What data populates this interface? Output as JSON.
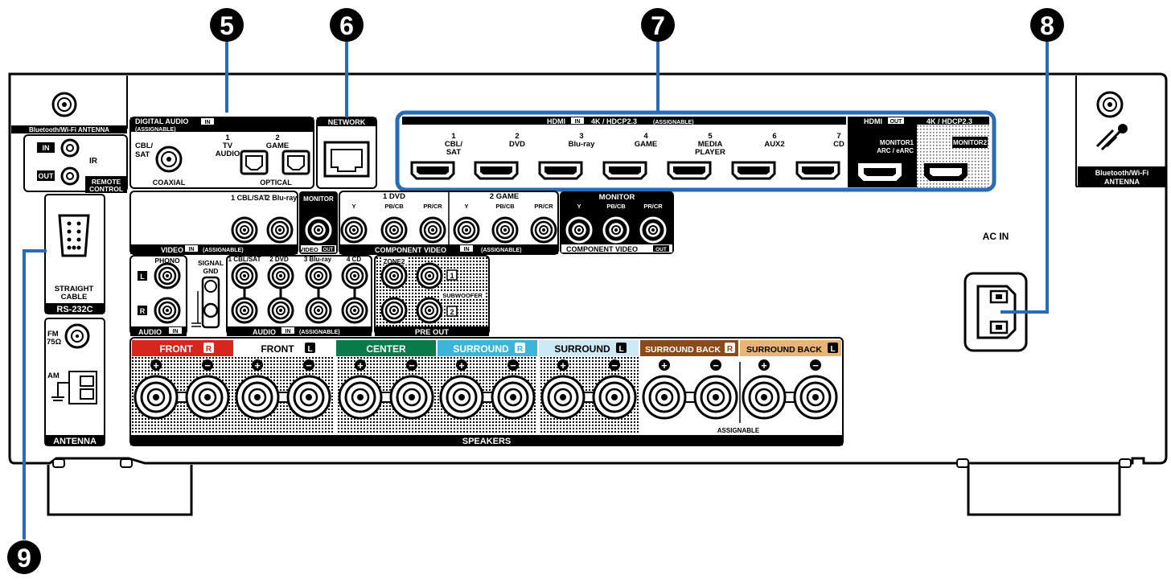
{
  "callouts": [
    "5",
    "6",
    "7",
    "8",
    "9"
  ],
  "bt_left_label": "Bluetooth/Wi-Fi ANTENNA",
  "bt_right_label": [
    "Bluetooth/Wi-Fi",
    "ANTENNA"
  ],
  "remote": {
    "in": "IN",
    "out": "OUT",
    "ir": "IR",
    "title": [
      "REMOTE",
      "CONTROL"
    ]
  },
  "rs232": {
    "cable": [
      "STRAIGHT",
      "CABLE"
    ],
    "title": "RS-232C"
  },
  "antenna": {
    "fm": [
      "FM",
      "75Ω"
    ],
    "am": "AM",
    "title": "ANTENNA"
  },
  "digital_audio": {
    "title": "DIGITAL AUDIO",
    "in_badge": "IN",
    "sub": "(ASSIGNABLE)",
    "coax_label": [
      "CBL/",
      "SAT"
    ],
    "coax_title": "COAXIAL",
    "opt1": [
      "1",
      "TV",
      "AUDIO"
    ],
    "opt2": [
      "2",
      "GAME"
    ],
    "opt_title": "OPTICAL"
  },
  "network": {
    "title": "NETWORK"
  },
  "hdmi": {
    "in_title": "HDMI",
    "in_badge": "IN",
    "in_spec": "4K / HDCP2.3",
    "in_sub": "(ASSIGNABLE)",
    "inputs": [
      [
        "1",
        "CBL/",
        "SAT"
      ],
      [
        "2",
        "DVD"
      ],
      [
        "3",
        "Blu-ray"
      ],
      [
        "4",
        "GAME"
      ],
      [
        "5",
        "MEDIA",
        "PLAYER"
      ],
      [
        "6",
        "AUX2"
      ],
      [
        "7",
        "CD"
      ]
    ],
    "out_title": "HDMI",
    "out_badge": "OUT",
    "out_spec": "4K / HDCP2.3",
    "mon1": [
      "MONITOR1",
      "ARC / eARC"
    ],
    "mon2": "MONITOR2"
  },
  "video": {
    "jacks": [
      "1 CBL/SAT",
      "2 Blu-ray"
    ],
    "title": "VIDEO",
    "in_badge": "IN",
    "sub": "(ASSIGNABLE)",
    "monitor": "MONITOR",
    "out_title": "VIDEO",
    "out_badge": "OUT"
  },
  "component_in": {
    "group1": "1 DVD",
    "group2": "2 GAME",
    "jacks": [
      "Y",
      "PB/CB",
      "PR/CR"
    ],
    "title": "COMPONENT VIDEO",
    "in_badge": "IN",
    "sub": "(ASSIGNABLE)"
  },
  "component_out": {
    "monitor": "MONITOR",
    "jacks": [
      "Y",
      "PB/CB",
      "PR/CR"
    ],
    "title": "COMPONENT VIDEO",
    "out_badge": "OUT"
  },
  "phono": {
    "title": "PHONO",
    "l": "L",
    "r": "R",
    "signal_gnd": [
      "SIGNAL",
      "GND"
    ],
    "audio_title": "AUDIO",
    "in_badge": "IN"
  },
  "audio_in": {
    "jacks": [
      "1 CBL/SAT",
      "2 DVD",
      "3 Blu-ray",
      "4 CD"
    ],
    "title": "AUDIO",
    "in_badge": "IN",
    "sub": "(ASSIGNABLE)"
  },
  "pre_out": {
    "zone2": "ZONE2",
    "sw1": "1",
    "sw2": "2",
    "subwoofer": "SUBWOOFER",
    "title": "PRE OUT"
  },
  "ac_in": "AC IN",
  "speakers": {
    "channels": [
      {
        "name": "FRONT",
        "side": "R",
        "color": "#d7261e"
      },
      {
        "name": "FRONT",
        "side": "L",
        "color": "#ffffff"
      },
      {
        "name": "CENTER",
        "side": "",
        "color": "#0b7a4b"
      },
      {
        "name": "SURROUND",
        "side": "R",
        "color": "#3bb6d9"
      },
      {
        "name": "SURROUND",
        "side": "L",
        "color": "#cde9f5"
      },
      {
        "name": "SURROUND BACK",
        "side": "R",
        "color": "#8b4a1a"
      },
      {
        "name": "SURROUND BACK",
        "side": "L",
        "color": "#e8b577"
      }
    ],
    "plus": "+",
    "minus": "−",
    "assignable": "ASSIGNABLE",
    "title": "SPEAKERS"
  }
}
